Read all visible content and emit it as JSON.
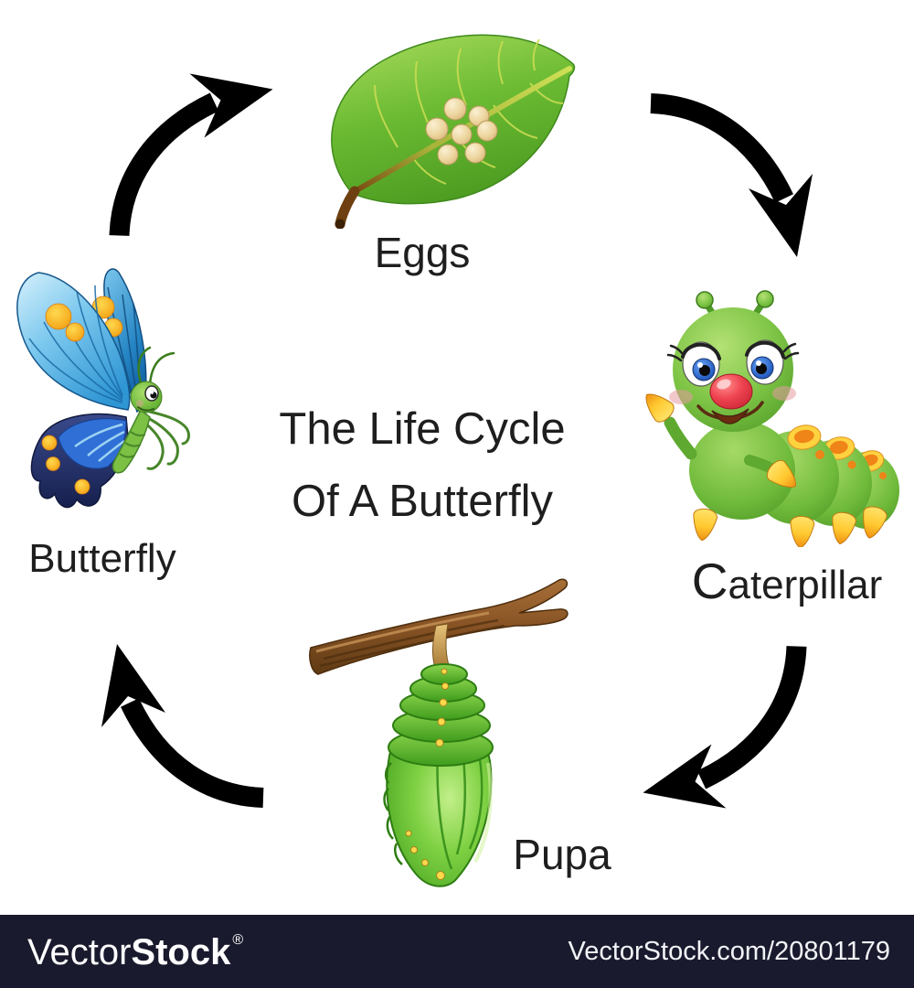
{
  "title": {
    "line1": "The Life Cycle",
    "line2": "Of A Butterfly"
  },
  "stages": {
    "eggs": {
      "label": "Eggs"
    },
    "caterpillar": {
      "label": "Caterpillar"
    },
    "pupa": {
      "label": "Pupa"
    },
    "butterfly": {
      "label": "Butterfly"
    }
  },
  "cycle_order": [
    "Eggs",
    "Caterpillar",
    "Pupa",
    "Butterfly"
  ],
  "arrows": [
    {
      "from": "Eggs",
      "to": "Caterpillar",
      "position": "top-right"
    },
    {
      "from": "Caterpillar",
      "to": "Pupa",
      "position": "bottom-right"
    },
    {
      "from": "Pupa",
      "to": "Butterfly",
      "position": "bottom-left"
    },
    {
      "from": "Butterfly",
      "to": "Eggs",
      "position": "top-left"
    }
  ],
  "icons": {
    "eggs": "green-leaf-with-egg-cluster",
    "caterpillar": "cartoon-green-caterpillar",
    "pupa": "green-chrysalis-hanging-from-branch",
    "butterfly": "blue-cartoon-butterfly",
    "arrow": "curved-black-cycle-arrow"
  },
  "footer": {
    "brand_light": "Vector",
    "brand_bold": "Stock",
    "registered_mark": "®",
    "credit": "VectorStock.com/20801179",
    "bar_color": "#1a1a2e"
  },
  "colors": {
    "background": "#ffffff",
    "label_text": "#1e1e1e",
    "arrow": "#000000",
    "leaf_green": "#67b82f",
    "egg_cream": "#eed9a4",
    "caterpillar_green": "#7cc242",
    "spot_orange": "#f2941c",
    "foot_yellow": "#ffd23f",
    "butterfly_light_blue": "#8fd2f2",
    "butterfly_blue": "#2f9ad8",
    "butterfly_navy": "#1e2d68",
    "branch_brown": "#7a4a1e",
    "pupa_green": "#55b02a"
  }
}
